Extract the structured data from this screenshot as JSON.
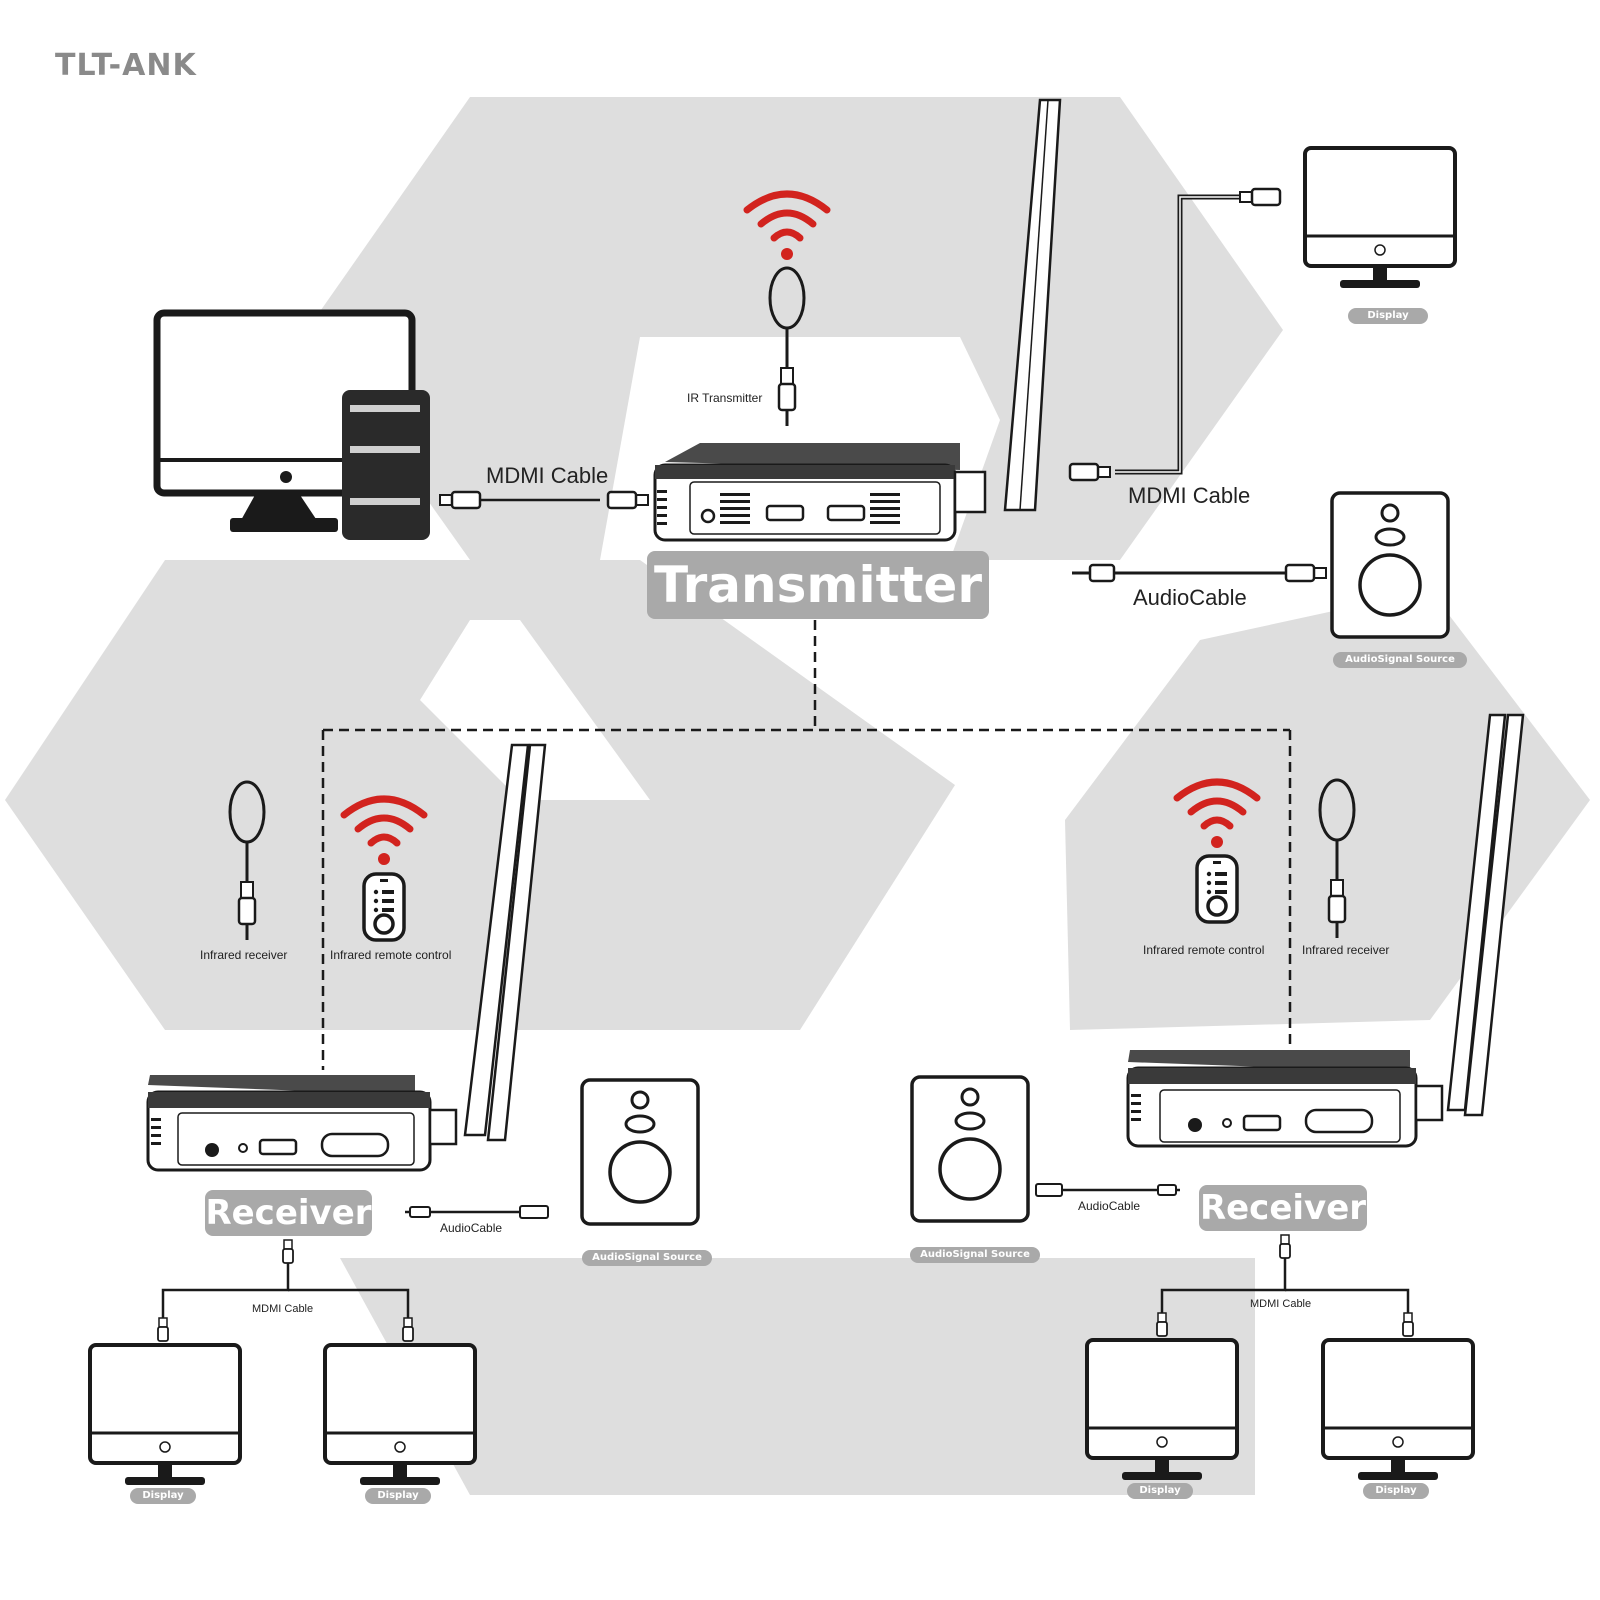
{
  "brand": "TLT-ANK",
  "colors": {
    "signal_red": "#d2231e",
    "hex_gray": "#dedede",
    "pill_gray": "#a9a9a9",
    "line": "#1a1a1a"
  },
  "transmitter": {
    "label": "Transmitter",
    "ir_label": "IR Transmitter",
    "in_cable": "MDMI Cable",
    "out_cable": "MDMI Cable",
    "audio_cable": "AudioCable",
    "display_label": "Display",
    "audio_source_label": "AudioSignal Source"
  },
  "receiver_left": {
    "label": "Receiver",
    "ir_receiver": "Infrared receiver",
    "remote": "Infrared remote control",
    "audio_cable": "AudioCable",
    "audio_source_label": "AudioSignal Source",
    "hdmi_cable": "MDMI Cable",
    "display_1": "Display",
    "display_2": "Display"
  },
  "receiver_right": {
    "label": "Receiver",
    "ir_receiver": "Infrared receiver",
    "remote": "Infrared remote control",
    "audio_cable": "AudioCable",
    "audio_source_label": "AudioSignal Source",
    "hdmi_cable": "MDMI Cable",
    "display_1": "Display",
    "display_2": "Display"
  }
}
